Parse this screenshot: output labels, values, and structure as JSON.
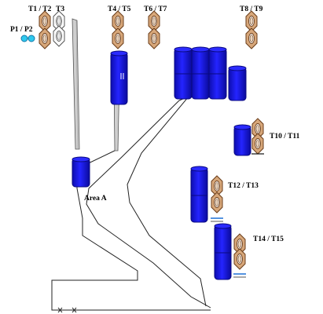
{
  "labels": {
    "p1p2": "P1 / P2",
    "t1t2": "T1 / T2",
    "t3": "T3",
    "t4t5": "T4 / T5",
    "t6t7": "T6 / T7",
    "t8t9": "T8 / T9",
    "t10t11": "T10 / T11",
    "t12t13": "T12 / T13",
    "t14t15": "T14 / T15",
    "area_a": "Area A"
  },
  "colors": {
    "tank": "#1c1cf0",
    "tank_dark": "#0b0b9a",
    "truck": "#d7a77a",
    "truck_outline": "#6b3d1a",
    "pump": "#2fc9ee",
    "conveyor": "#c8c8c8"
  }
}
